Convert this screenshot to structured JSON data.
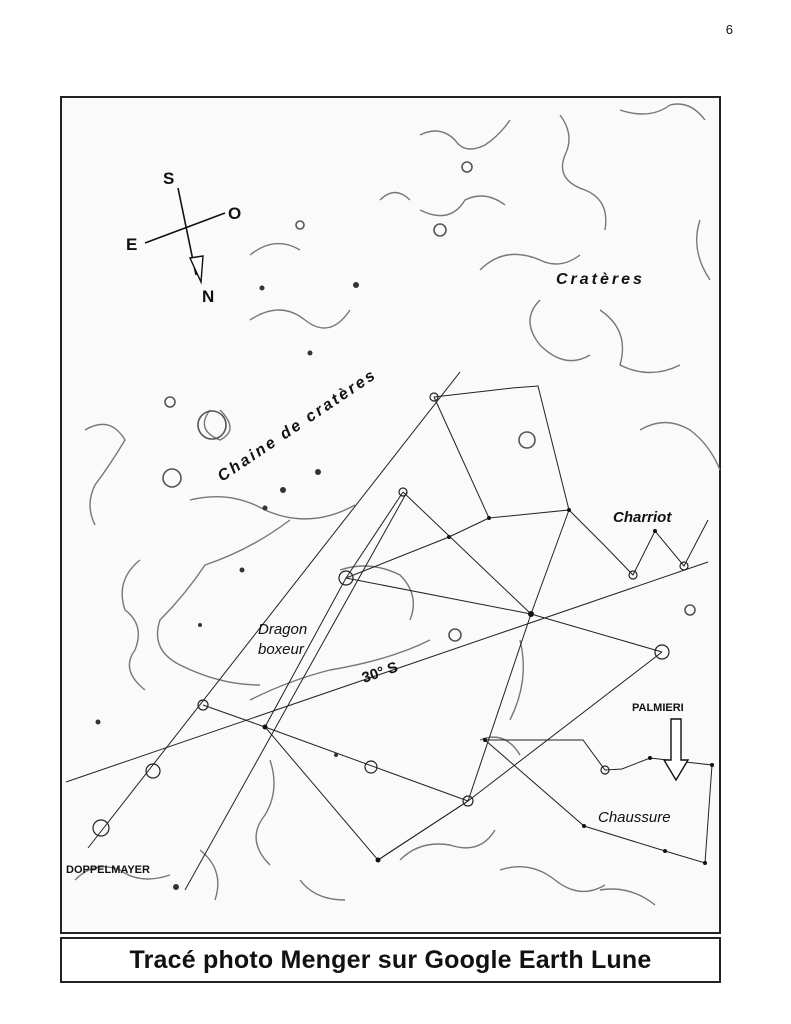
{
  "page_number": "6",
  "compass": {
    "s": "S",
    "o": "O",
    "e": "E",
    "n": "N"
  },
  "labels": {
    "crateres": "Cratères",
    "chaine": "Chaine de cratères",
    "charriot": "Charriot",
    "dragon_line1": "Dragon",
    "dragon_line2": "boxeur",
    "latitude": "30° S",
    "palmieri": "PALMIERI",
    "chaussure": "Chaussure",
    "doppelmayer": "DOPPELMAYER"
  },
  "caption": "Tracé photo Menger sur Google Earth Lune"
}
